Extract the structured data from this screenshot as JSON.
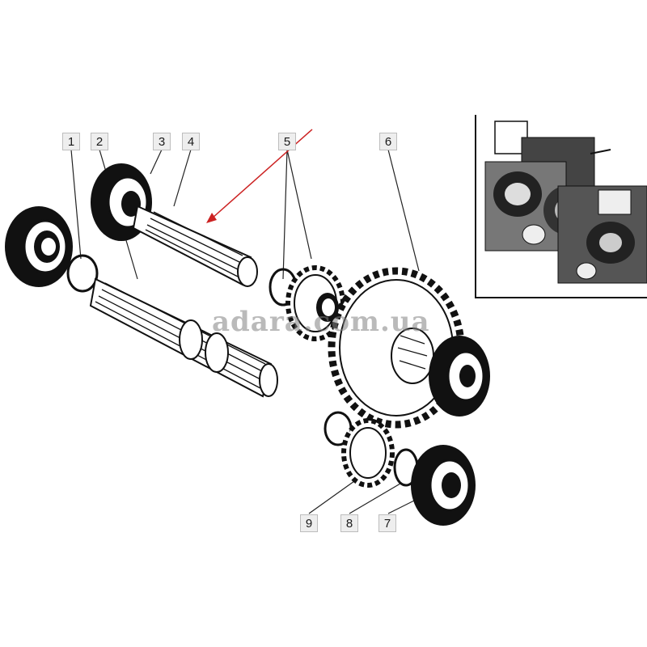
{
  "callouts": [
    "1",
    "2",
    "3",
    "4",
    "5",
    "6",
    "7",
    "8",
    "9"
  ],
  "watermark": "adara.com.ua",
  "colors": {
    "ink": "#111111",
    "arrow": "#cc2222",
    "callout_bg": "#eeeeee"
  }
}
